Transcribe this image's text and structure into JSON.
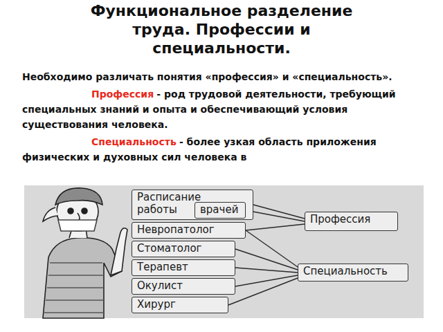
{
  "diagram": {
    "title": "Функциональное разделение труда. Профессии и специальности.",
    "nodes": [
      {
        "text": [
          "Расписание работы"
        ]
      },
      {
        "text": [
          "врачей"
        ],
        "in": 0
      },
      {
        "text": [
          "Невропатолог"
        ]
      },
      {
        "text": [
          "Стоматолог"
        ]
      },
      {
        "text": [
          "Терапевт"
        ]
      },
      {
        "text": [
          "Окулист"
        ]
      },
      {
        "text": [
          "Хирург"
        ]
      },
      {
        "text": [
          "Профессия"
        ]
      },
      {
        "text": [
          "Специальность"
        ]
      }
    ],
    "edges": [
      {
        "from": 0,
        "to": 7,
        "arrow": "none"
      },
      {
        "from": 1,
        "to": 7,
        "arrow": "none"
      },
      {
        "from": 2,
        "to": 7,
        "arrow": "none"
      },
      {
        "from": 2,
        "to": 8,
        "arrow": "none"
      },
      {
        "from": 3,
        "to": 8,
        "arrow": "none"
      },
      {
        "from": 4,
        "to": 8,
        "arrow": "none"
      },
      {
        "from": 5,
        "to": 8,
        "arrow": "none"
      },
      {
        "from": 6,
        "to": 8,
        "arrow": "none"
      }
    ],
    "labels": [
      "Необходимо различать понятия «профессия» и «специальность».",
      "Профессия",
      "- род трудовой деятельности, требующий специальных знаний и опыта и обеспечивающий условия существования человека.",
      "Специальность",
      "- более узкая область приложения физических и духовных сил человека в"
    ]
  }
}
